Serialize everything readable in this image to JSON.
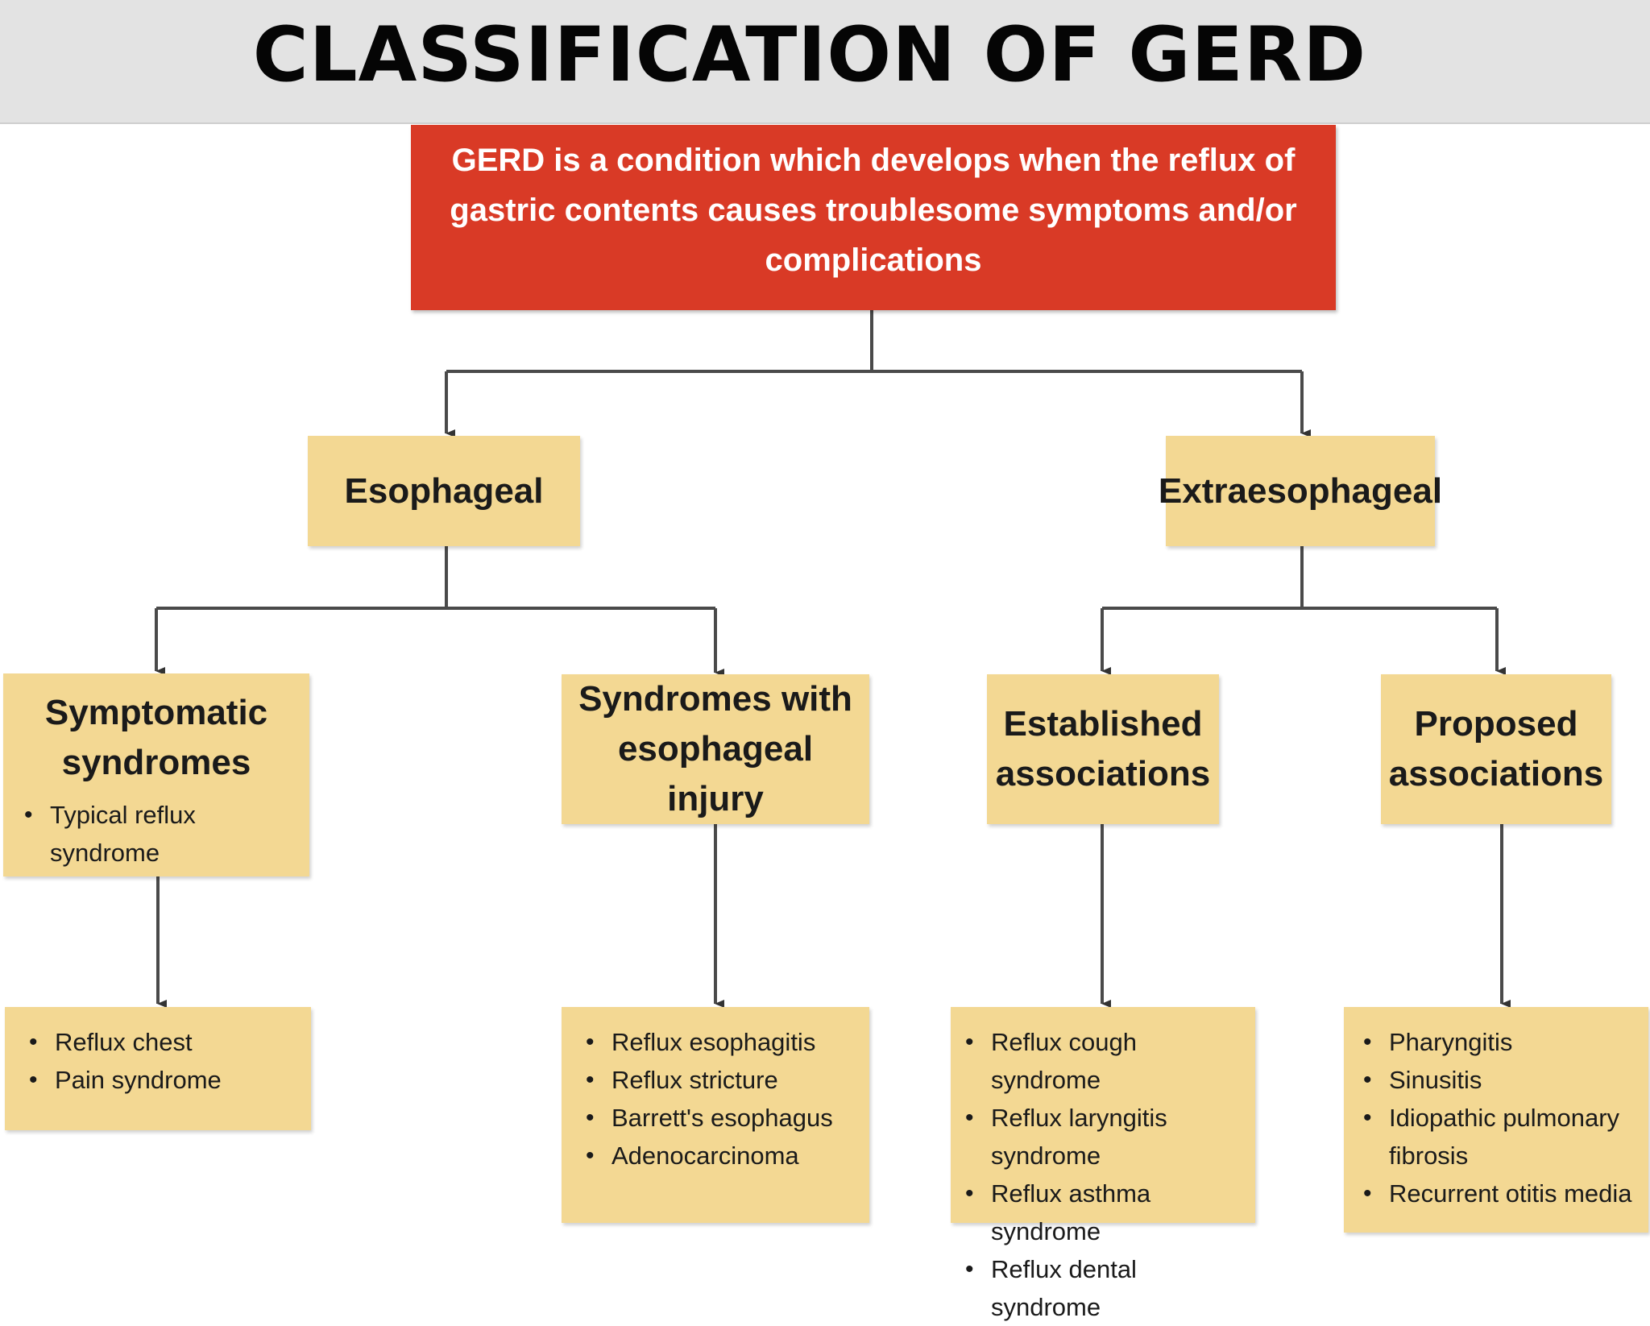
{
  "slide": {
    "title": "CLASSIFICATION OF GERD"
  },
  "root": {
    "text": "GERD is a condition which develops when the reflux of gastric contents causes troublesome symptoms and/or complications",
    "color": "#d93a26"
  },
  "node_color": "#f3d893",
  "branches": {
    "esophageal": {
      "label": "Esophageal",
      "symptomatic": {
        "label": "Symptomatic syndromes",
        "items": [
          "Typical reflux syndrome"
        ],
        "children": [
          "Reflux chest",
          "Pain syndrome"
        ]
      },
      "injury": {
        "label": "Syndromes with esophageal injury",
        "children": [
          "Reflux esophagitis",
          "Reflux stricture",
          "Barrett's esophagus",
          "Adenocarcinoma"
        ]
      }
    },
    "extraesophageal": {
      "label": "Extraesophageal",
      "established": {
        "label": "Established associations",
        "children": [
          "Reflux cough syndrome",
          "Reflux laryngitis syndrome",
          "Reflux asthma syndrome",
          "Reflux dental syndrome"
        ]
      },
      "proposed": {
        "label": "Proposed associations",
        "children": [
          "Pharyngitis",
          "Sinusitis",
          "Idiopathic pulmonary fibrosis",
          "Recurrent otitis media"
        ]
      }
    }
  }
}
